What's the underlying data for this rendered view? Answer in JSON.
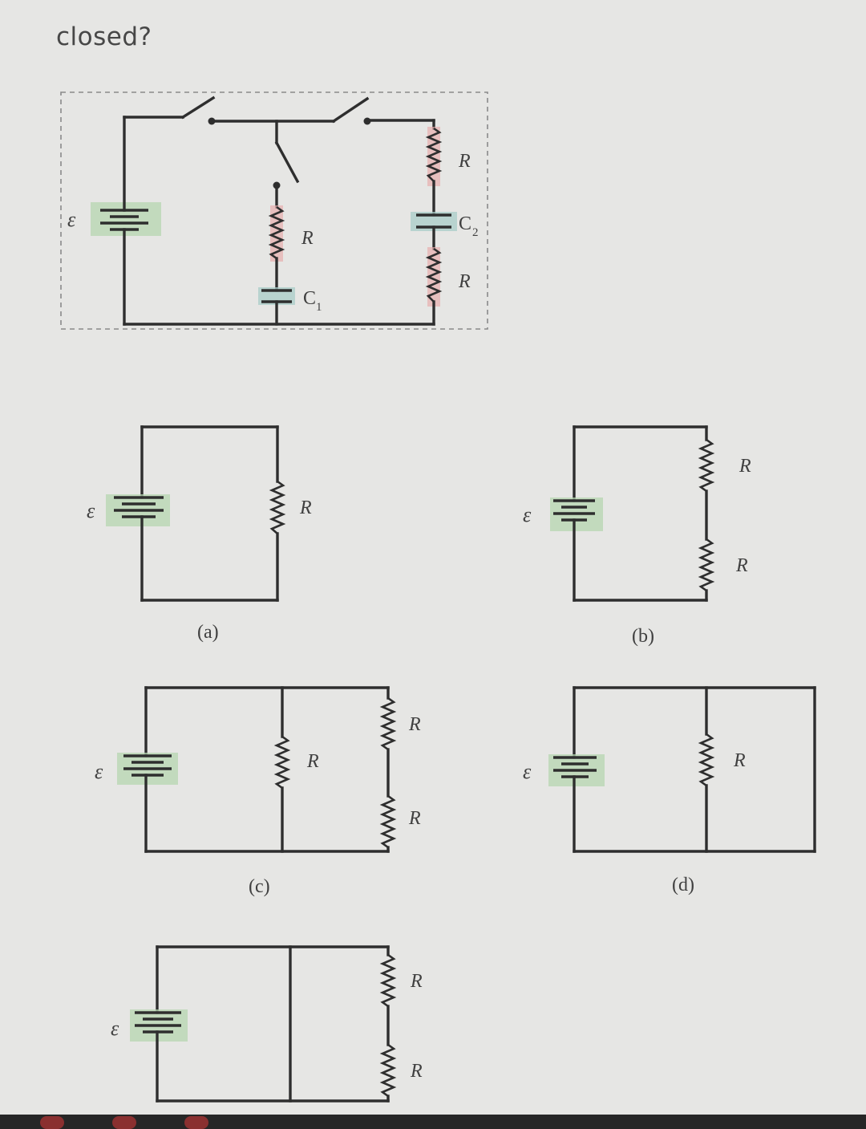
{
  "header": {
    "question_tail": "closed?"
  },
  "labels": {
    "emf": "ε",
    "resistor": "R",
    "capacitor": "C",
    "c1_sub": "1",
    "c2_sub": "2"
  },
  "options": [
    {
      "id": "a",
      "caption": "(a)"
    },
    {
      "id": "b",
      "caption": "(b)"
    },
    {
      "id": "c",
      "caption": "(c)"
    },
    {
      "id": "d",
      "caption": "(d)"
    },
    {
      "id": "e",
      "caption": ""
    }
  ],
  "colors": {
    "background": "#e6e6e4",
    "wire": "#2e2e2e",
    "battery_highlight": "#b5d5b0",
    "capacitor_highlight": "#a8ccc8",
    "resistor_highlight": "#e7aeae"
  }
}
